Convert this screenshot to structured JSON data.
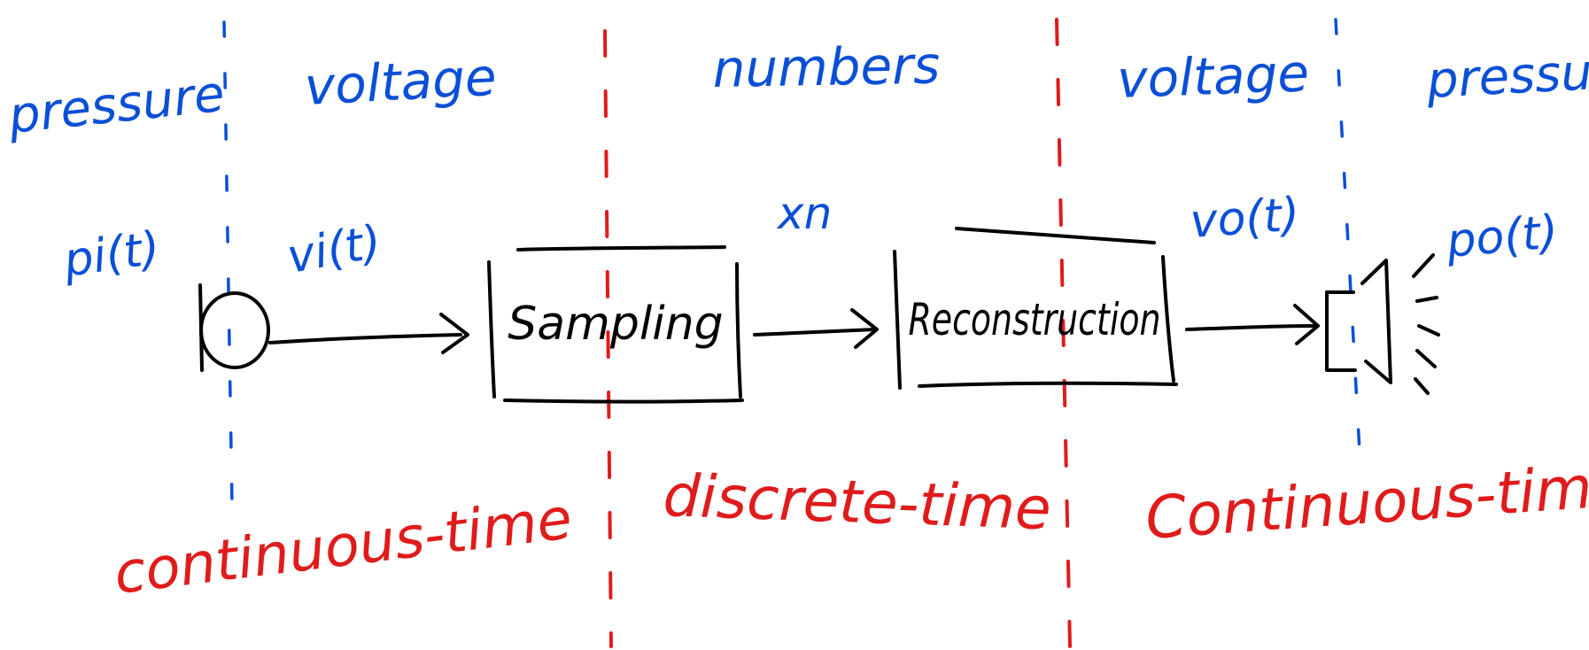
{
  "domains": {
    "top": [
      "pressure",
      "voltage",
      "numbers",
      "voltage",
      "pressure"
    ],
    "bottom": [
      "continuous-time",
      "discrete-time",
      "Continuous-time"
    ]
  },
  "signals": {
    "pi": "pi(t)",
    "vi": "vi(t)",
    "xn": "xn",
    "vo": "vo(t)",
    "po": "po(t)"
  },
  "blocks": {
    "sampling": "Sampling",
    "reconstruction": "Reconstruction"
  },
  "colors": {
    "quantity_label": "#0a4fd6",
    "time_label": "#e01b1b",
    "ink": "#000000"
  },
  "icons": {
    "input": "microphone-icon",
    "output": "speaker-icon"
  }
}
